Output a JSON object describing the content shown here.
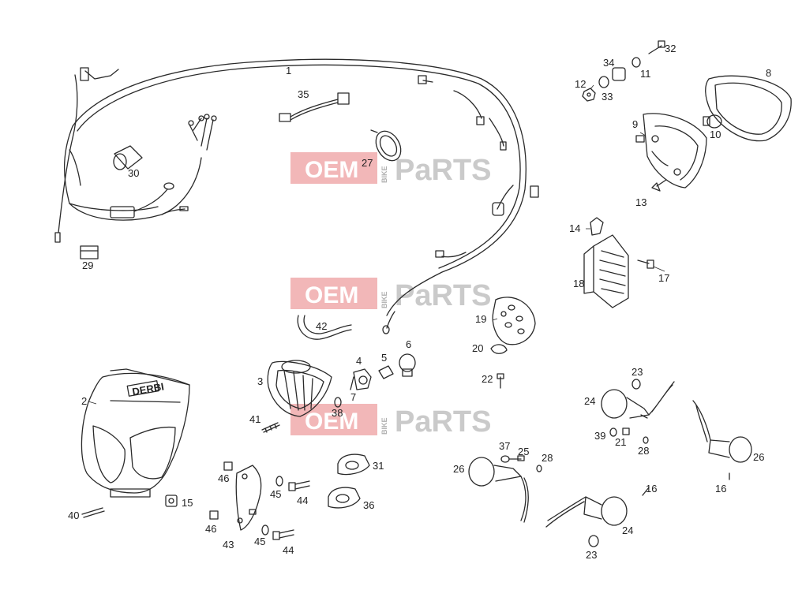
{
  "diagram": {
    "brand_badge": "DERBI",
    "callouts": [
      "1",
      "35",
      "27",
      "30",
      "29",
      "34",
      "32",
      "12",
      "33",
      "11",
      "8",
      "9",
      "10",
      "13",
      "14",
      "17",
      "18",
      "19",
      "20",
      "22",
      "42",
      "4",
      "5",
      "6",
      "3",
      "7",
      "38",
      "2",
      "41",
      "40",
      "15",
      "46",
      "45",
      "44",
      "43",
      "31",
      "36",
      "23",
      "24",
      "39",
      "21",
      "28",
      "26",
      "37",
      "25",
      "16"
    ]
  },
  "watermark": {
    "main_left": "OEM",
    "main_right": "PaRTS",
    "vertical": "BIKE"
  },
  "colors": {
    "line": "#2a2a2a",
    "watermark_red": "#d9474a",
    "watermark_gray": "#9a9a9a"
  }
}
